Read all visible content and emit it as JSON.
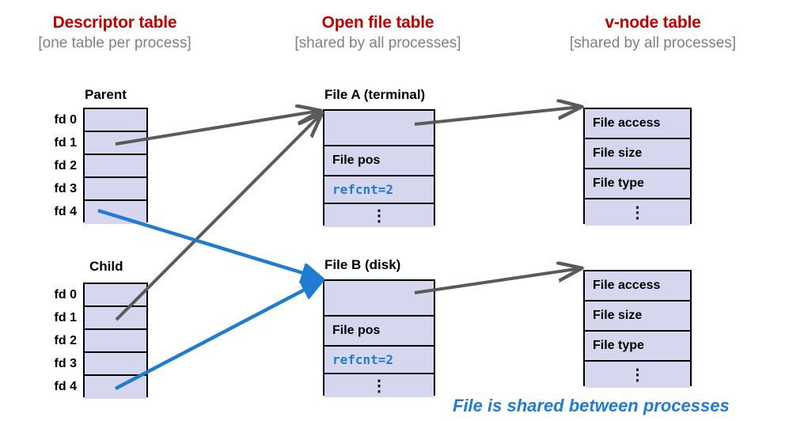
{
  "columns": [
    {
      "title": "Descriptor table",
      "subtitle": "[one table per process]"
    },
    {
      "title": "Open file table",
      "subtitle": "[shared by all processes]"
    },
    {
      "title": "v-node table",
      "subtitle": "[shared by all processes]"
    }
  ],
  "descriptor_tables": [
    {
      "caption": "Parent",
      "fd_labels": [
        "fd 0",
        "fd 1",
        "fd 2",
        "fd 3",
        "fd 4"
      ],
      "cells": [
        "",
        "",
        "",
        "",
        ""
      ]
    },
    {
      "caption": "Child",
      "fd_labels": [
        "fd 0",
        "fd 1",
        "fd 2",
        "fd 3",
        "fd 4"
      ],
      "cells": [
        "",
        "",
        "",
        "",
        ""
      ]
    }
  ],
  "open_file_tables": [
    {
      "caption": "File A (terminal)",
      "rows": [
        "",
        "File pos",
        "refcnt=2",
        "⋮"
      ]
    },
    {
      "caption": "File B (disk)",
      "rows": [
        "",
        "File pos",
        "refcnt=2",
        "⋮"
      ]
    }
  ],
  "vnode_tables": [
    {
      "rows": [
        "File access",
        "File size",
        "File type",
        "⋮"
      ]
    },
    {
      "rows": [
        "File access",
        "File size",
        "File type",
        "⋮"
      ]
    }
  ],
  "footnote": "File is shared between processes",
  "colors": {
    "heading_red": "#c00000",
    "subtitle_gray": "#808080",
    "cell_fill": "#d6d7ef",
    "cell_border": "#000000",
    "arrow_gray": "#5a5a5a",
    "arrow_blue": "#1f7cd0",
    "accent_blue": "#1f7cd0"
  },
  "arrows": [
    {
      "name": "parent-fd1-to-fileA",
      "color": "#5a5a5a",
      "from": "Parent fd 1",
      "to": "File A (terminal)"
    },
    {
      "name": "child-fd1-to-fileA",
      "color": "#5a5a5a",
      "from": "Child fd 1",
      "to": "File A (terminal)"
    },
    {
      "name": "parent-fd4-to-fileB",
      "color": "#1f7cd0",
      "from": "Parent fd 4",
      "to": "File B (disk)"
    },
    {
      "name": "child-fd4-to-fileB",
      "color": "#1f7cd0",
      "from": "Child fd 4",
      "to": "File B (disk)"
    },
    {
      "name": "fileA-to-vnode1",
      "color": "#5a5a5a",
      "from": "File A (terminal)",
      "to": "v-node table 1"
    },
    {
      "name": "fileB-to-vnode2",
      "color": "#5a5a5a",
      "from": "File B (disk)",
      "to": "v-node table 2"
    }
  ]
}
